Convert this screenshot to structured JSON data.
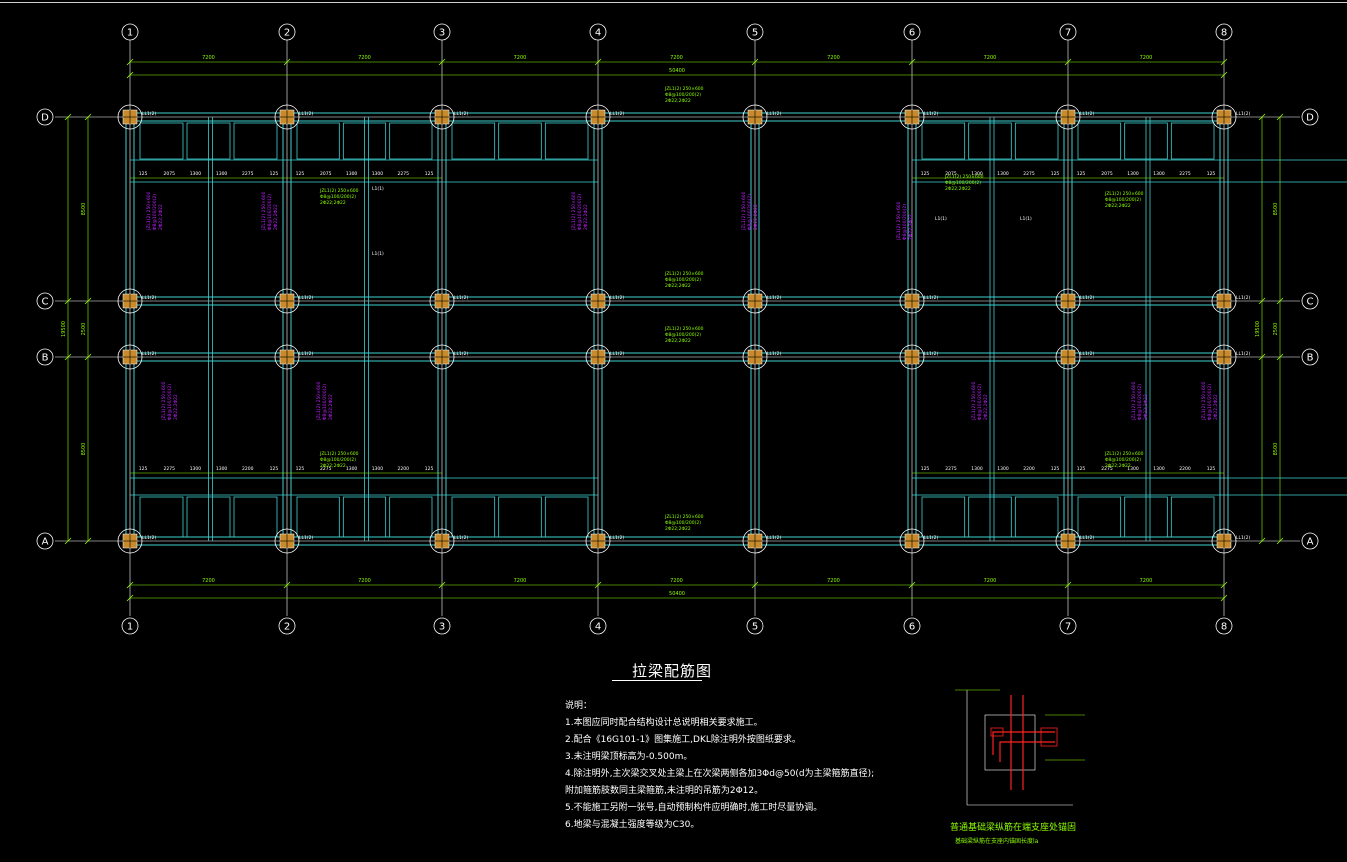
{
  "axes_vertical": [
    "1",
    "2",
    "3",
    "4",
    "5",
    "6",
    "7",
    "8"
  ],
  "axes_horizontal": [
    "D",
    "C",
    "B",
    "A"
  ],
  "span_label": "7200",
  "total_label": "50400",
  "left_dims": {
    "span_DC": "8500",
    "span_CB": "2500",
    "span_BA": "8500",
    "total": "19500"
  },
  "right_dims": {
    "span_DC": "8500",
    "span_CB": "2500",
    "span_BA": "8500",
    "total": "19500"
  },
  "beam_tag": "LL1(2)",
  "beam_small": "L1(1)",
  "beam_spec_lines": [
    "JZL1(2) 250×600",
    "Φ8@100/200(2)",
    "2Φ22;2Φ22"
  ],
  "sub_dims_top": [
    "125",
    "2075",
    "1300",
    "1300",
    "2275",
    "125"
  ],
  "sub_dims_bottom": [
    "125",
    "2275",
    "1300",
    "1300",
    "2200",
    "125"
  ],
  "drawing_title": "拉梁配筋图",
  "notes": [
    "说明：",
    "1.本图应同时配合结构设计总说明相关要求施工。",
    "2.配合《16G101-1》图集施工,DKL除注明外按图纸要求。",
    "3.未注明梁顶标高为-0.500m。",
    "4.除注明外,主次梁交叉处主梁上在次梁两侧各加3Φd@50(d为主梁箍筋直径);",
    "附加箍筋肢数同主梁箍筋,未注明的吊筋为2Φ12。",
    "5.不能施工另附一张号,自动预制构件应明确时,施工时尽量协调。",
    "6.地梁与混凝土强度等级为C30。"
  ],
  "detail_caption": "普通基础梁纵筋在端支座处锚固",
  "detail_subcaption": "基础梁纵筋在支座内锚固长度la",
  "colors": {
    "axis_line": "#ffffff",
    "beam": "#3fd0d0",
    "dimension": "#8fff00",
    "rebar_text": "#c020ff",
    "column_fill": "#c88a2a",
    "detail_red": "#ff2020"
  }
}
